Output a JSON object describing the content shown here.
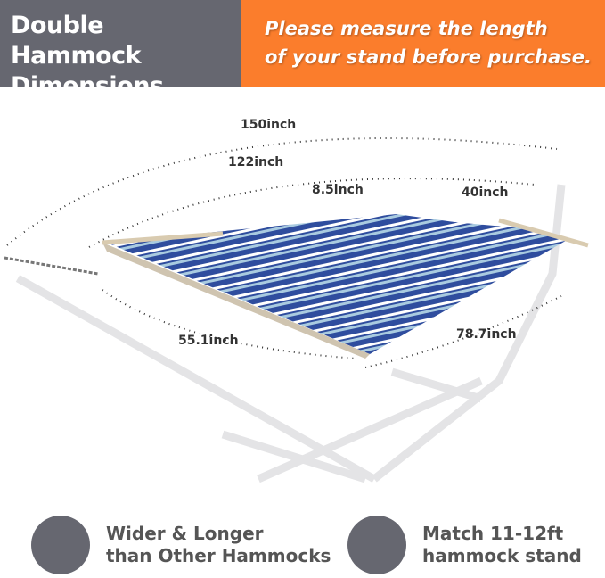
{
  "header": {
    "title_line1": "Double Hammock",
    "title_line2": "Dimensions",
    "note_line1": "Please measure the length",
    "note_line2": "of your stand before purchase."
  },
  "dimensions": {
    "total": "150inch",
    "bed": "122inch",
    "pillow_width": "8.5inch",
    "pillow_length": "40inch",
    "width": "55.1inch",
    "stand": "78.7inch"
  },
  "features": [
    {
      "icon": "hammock-icon",
      "line1": "Wider & Longer",
      "line2": "than Other Hammocks"
    },
    {
      "icon": "stand-icon",
      "line1": "Match 11-12ft",
      "line2": "hammock stand"
    }
  ],
  "colors": {
    "header_gray": "#666770",
    "header_orange": "#fb7d2c",
    "stripe_blue": "#2f4d9e",
    "stripe_light": "#a9cbe0"
  }
}
